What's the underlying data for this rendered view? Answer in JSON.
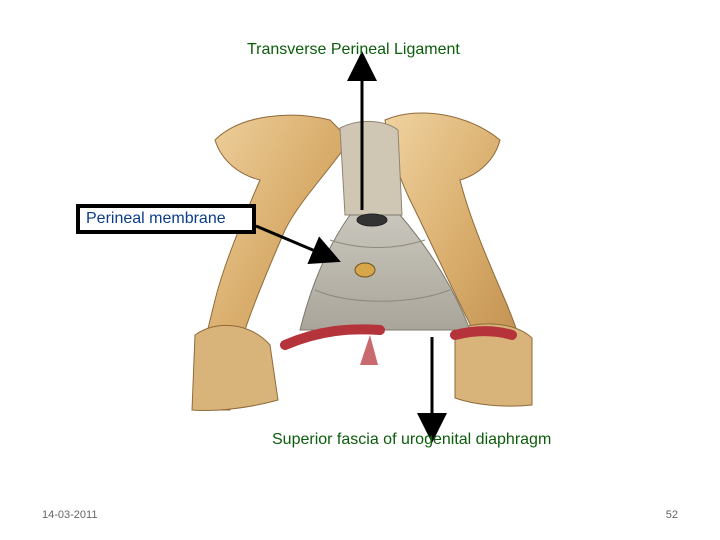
{
  "labels": {
    "top": "Transverse Perineal Ligament",
    "box": "Perineal membrane",
    "bottom": "Superior fascia of urogenital diaphragm"
  },
  "footer": {
    "date": "14-03-2011",
    "page": "52"
  },
  "colors": {
    "label_green": "#0b5d0b",
    "label_blue": "#0b3d8b",
    "bone": "#d9b47a",
    "membrane": "#b9b6ad",
    "vessel": "#b5333a"
  },
  "figure": {
    "subject": "anatomy-illustration"
  }
}
